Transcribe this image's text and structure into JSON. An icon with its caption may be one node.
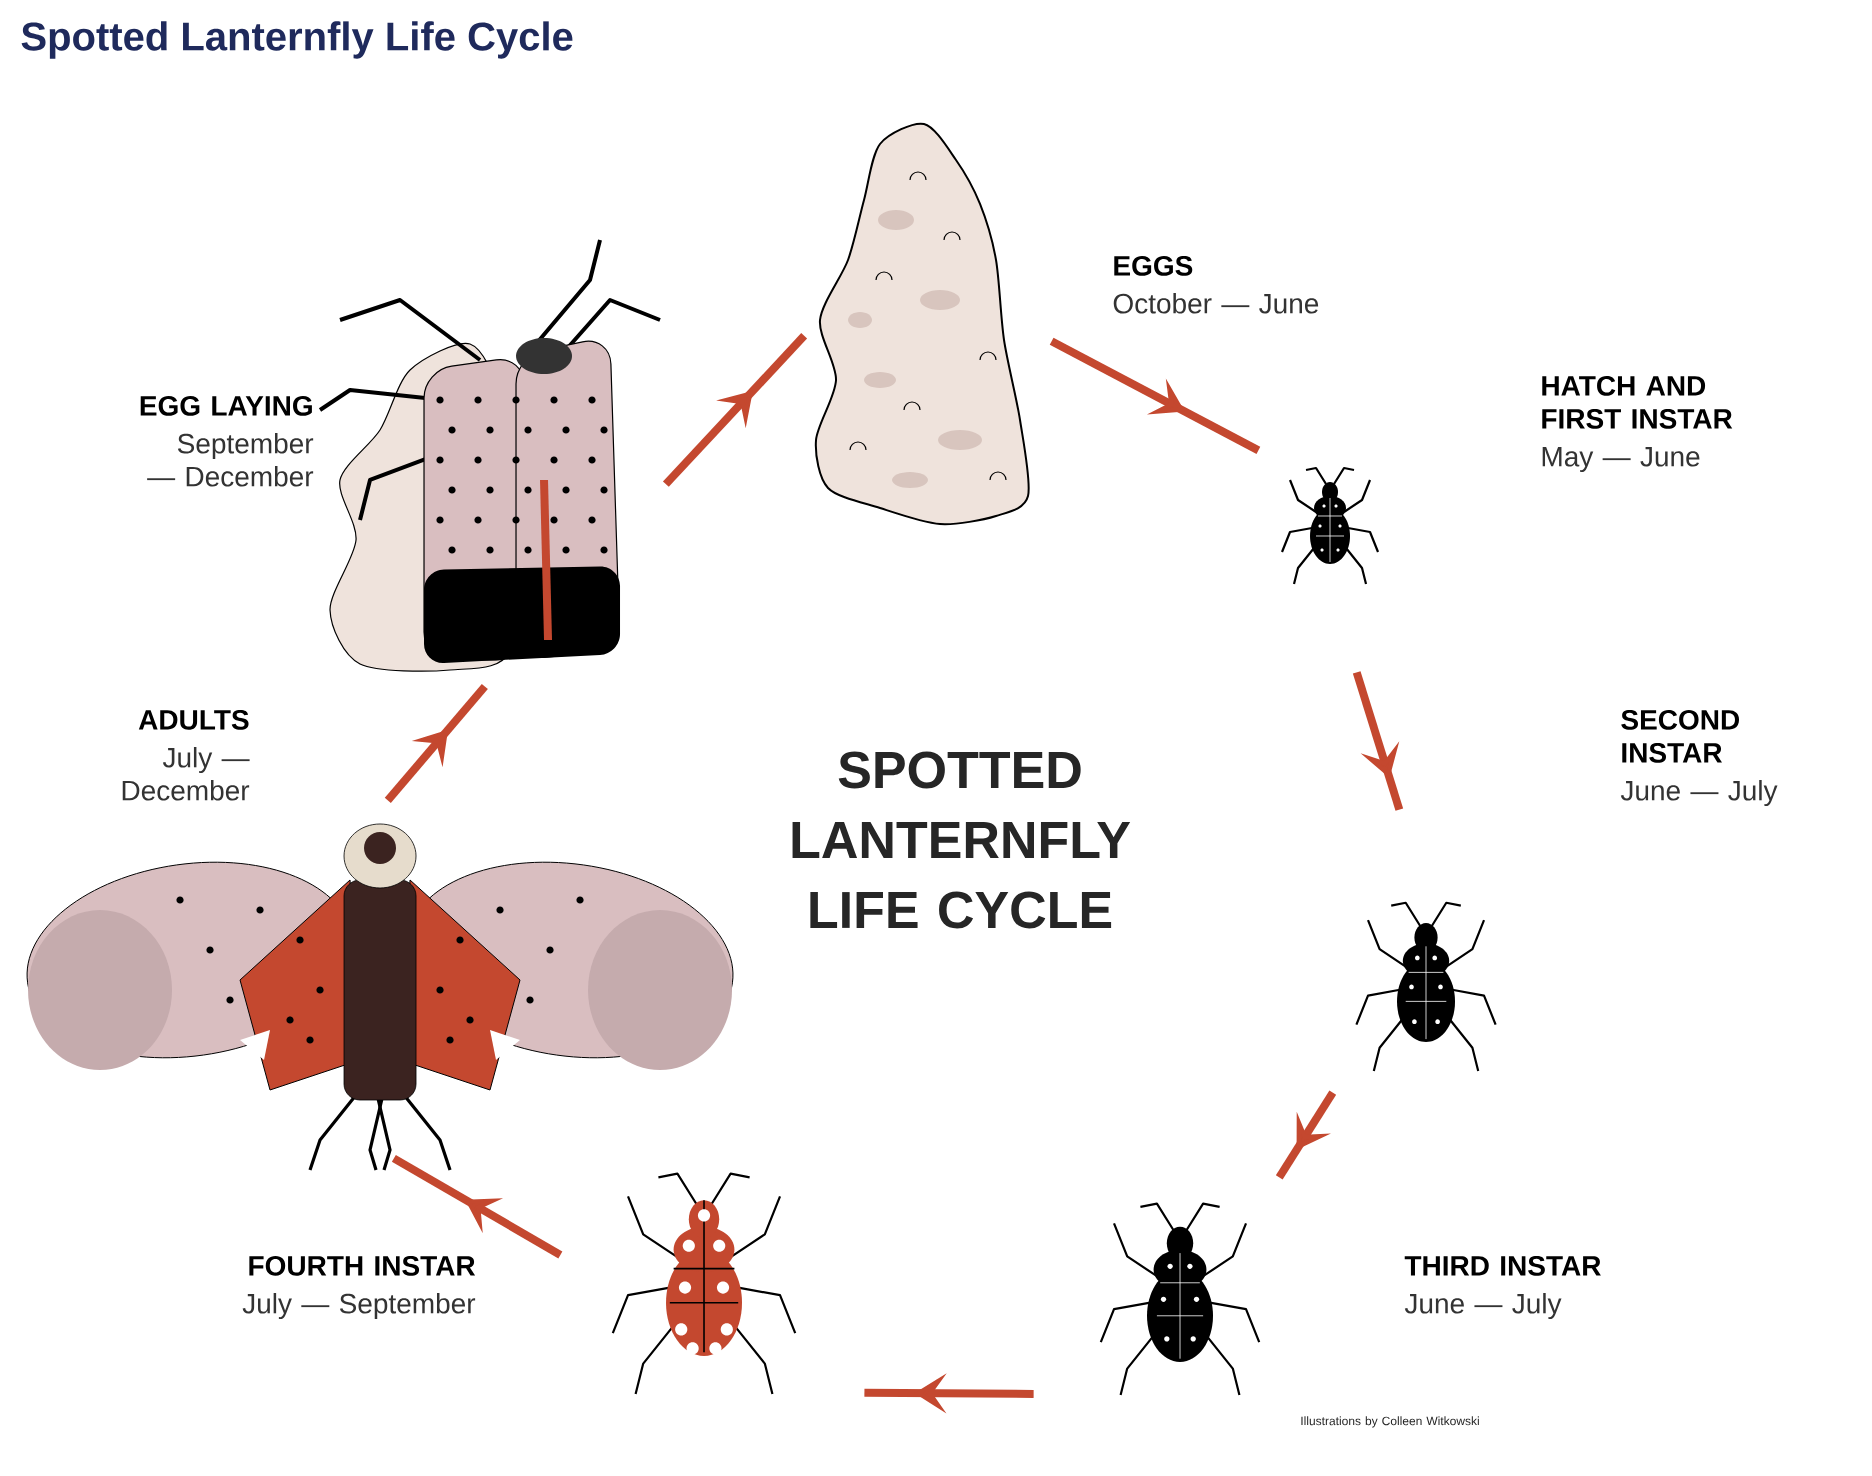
{
  "diagram": {
    "title": "Spotted Lanternfly Life Cycle",
    "nodes": [
      {
        "text": [],
        "shape": "picture",
        "beside": [
          "EGG LAYING",
          "September — December"
        ]
      },
      {
        "text": [],
        "shape": "picture",
        "beside": [
          "EGGS",
          "October — June"
        ]
      },
      {
        "text": [],
        "shape": "picture",
        "beside": [
          "HATCH AND FIRST INSTAR",
          "May — June"
        ]
      },
      {
        "text": [],
        "shape": "picture",
        "beside": [
          "SECOND INSTAR",
          "June — July"
        ]
      },
      {
        "text": [],
        "shape": "picture",
        "beside": [
          "THIRD INSTAR",
          "June — July"
        ]
      },
      {
        "text": [],
        "shape": "picture",
        "beside": [
          "FOURTH INSTAR",
          "July — September"
        ]
      },
      {
        "text": [],
        "shape": "picture",
        "beside": [
          "ADULTS",
          "July — December"
        ]
      }
    ],
    "edges": [
      {
        "from": 0,
        "to": 1,
        "arrow": "to"
      },
      {
        "from": 1,
        "to": 2,
        "arrow": "to"
      },
      {
        "from": 2,
        "to": 3,
        "arrow": "to"
      },
      {
        "from": 3,
        "to": 4,
        "arrow": "to"
      },
      {
        "from": 4,
        "to": 5,
        "arrow": "to"
      },
      {
        "from": 5,
        "to": 6,
        "arrow": "to"
      },
      {
        "from": 6,
        "to": 0,
        "arrow": "to"
      }
    ],
    "labels": [
      "SPOTTED LANTERNFLY LIFE CYCLE",
      "Illustrations by Colleen Witkowski"
    ]
  }
}
